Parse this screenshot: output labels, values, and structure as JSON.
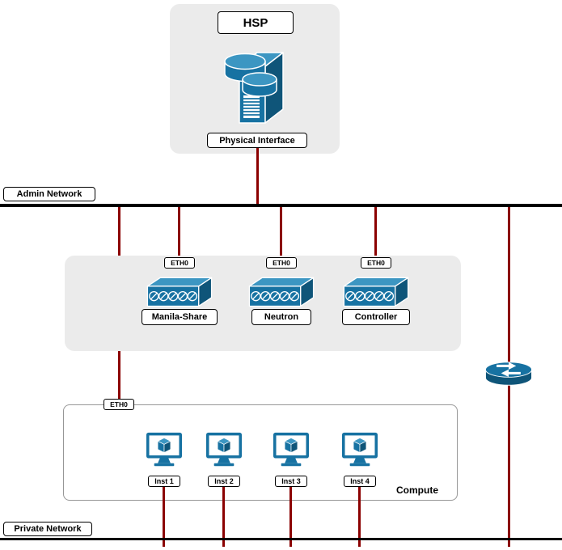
{
  "colors": {
    "line_red": "#8B0000",
    "line_black": "#000000",
    "panel_gray": "#EBEBEB",
    "icon_blue": "#1772A2",
    "icon_blue_light": "#3C96C2",
    "icon_blue_dark": "#0F5579"
  },
  "hsp": {
    "title": "HSP",
    "interface_label": "Physical Interface"
  },
  "networks": {
    "admin": {
      "label": "Admin Network"
    },
    "private": {
      "label": "Private Network"
    }
  },
  "switches": [
    {
      "eth": "ETH0",
      "label": "Manila-Share"
    },
    {
      "eth": "ETH0",
      "label": "Neutron"
    },
    {
      "eth": "ETH0",
      "label": "Controller"
    }
  ],
  "compute": {
    "eth": "ETH0",
    "label": "Compute",
    "instances": [
      {
        "label": "Inst 1"
      },
      {
        "label": "Inst 2"
      },
      {
        "label": "Inst 3"
      },
      {
        "label": "Inst 4"
      }
    ]
  }
}
